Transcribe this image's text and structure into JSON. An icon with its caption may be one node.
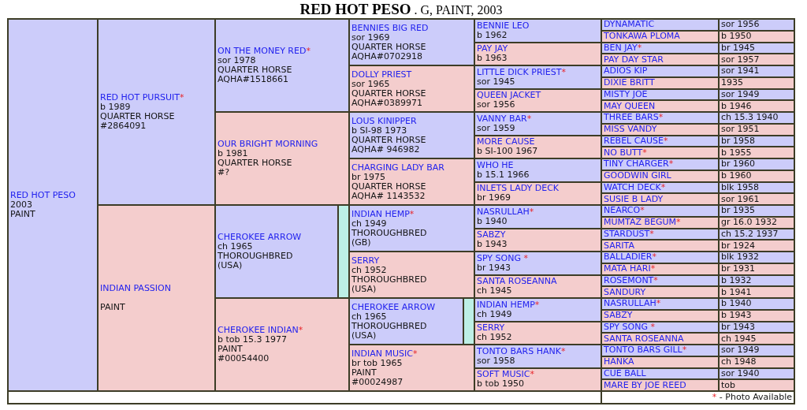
{
  "diagram": {
    "title": "**RED HOT PESO** . G, PAINT, 2003",
    "nodes": [
      {
        "text": [
          "RED HOT PESO",
          "2003",
          "PAINT"
        ]
      },
      {
        "text": [
          "RED HOT PURSUIT*",
          "b 1989",
          "QUARTER HORSE",
          "#2864091"
        ]
      },
      {
        "text": [
          "ON THE MONEY RED*",
          "sor 1978",
          "QUARTER HORSE",
          "AQHA#1518661"
        ]
      },
      {
        "text": [
          "BENNIES BIG RED",
          "sor 1969",
          "QUARTER HORSE",
          "AQHA#0702918"
        ]
      },
      {
        "text": [
          "BENNIE LEO",
          "b 1962"
        ]
      },
      {
        "text": [
          "DYNAMATIC"
        ]
      },
      {
        "text": [
          "sor 1956"
        ]
      },
      {
        "text": [
          "TONKAWA PLOMA"
        ]
      },
      {
        "text": [
          "b 1950"
        ]
      },
      {
        "text": [
          "PAY JAY",
          "b 1963"
        ]
      },
      {
        "text": [
          "BEN JAY*"
        ]
      },
      {
        "text": [
          "br 1945"
        ]
      },
      {
        "text": [
          "PAY DAY STAR"
        ]
      },
      {
        "text": [
          "sor 1957"
        ]
      },
      {
        "text": [
          "DOLLY PRIEST",
          "sor 1965",
          "QUARTER HORSE",
          "AQHA#0389971"
        ]
      },
      {
        "text": [
          "LITTLE DICK PRIEST*",
          "sor 1945"
        ]
      },
      {
        "text": [
          "ADIOS KIP"
        ]
      },
      {
        "text": [
          "sor 1941"
        ]
      },
      {
        "text": [
          "DIXIE BRITT"
        ]
      },
      {
        "text": [
          "1935"
        ]
      },
      {
        "text": [
          "QUEEN JACKET",
          "sor 1956"
        ]
      },
      {
        "text": [
          "MISTY JOE"
        ]
      },
      {
        "text": [
          "sor 1949"
        ]
      },
      {
        "text": [
          "MAY QUEEN"
        ]
      },
      {
        "text": [
          "b 1946"
        ]
      },
      {
        "text": [
          "OUR BRIGHT MORNING",
          "b 1981",
          "QUARTER HORSE",
          "#?"
        ]
      },
      {
        "text": [
          "LOUS KINIPPER",
          "b SI-98 1973",
          "QUARTER HORSE",
          "AQHA# 946982"
        ]
      },
      {
        "text": [
          "VANNY BAR*",
          "sor 1959"
        ]
      },
      {
        "text": [
          "THREE BARS*"
        ]
      },
      {
        "text": [
          "ch 15.3 1940"
        ]
      },
      {
        "text": [
          "MISS VANDY"
        ]
      },
      {
        "text": [
          "sor 1951"
        ]
      },
      {
        "text": [
          "MORE CAUSE",
          "b SI-100 1967"
        ]
      },
      {
        "text": [
          "REBEL CAUSE*"
        ]
      },
      {
        "text": [
          "br 1958"
        ]
      },
      {
        "text": [
          "NO BUTT*"
        ]
      },
      {
        "text": [
          "b 1955"
        ]
      },
      {
        "text": [
          "CHARGING LADY BAR",
          "br 1975",
          "QUARTER HORSE",
          "AQHA# 1143532"
        ]
      },
      {
        "text": [
          "WHO HE",
          "b 15.1 1966"
        ]
      },
      {
        "text": [
          "TINY CHARGER*"
        ]
      },
      {
        "text": [
          "br 1960"
        ]
      },
      {
        "text": [
          "GOODWIN GIRL"
        ]
      },
      {
        "text": [
          "b 1960"
        ]
      },
      {
        "text": [
          "INLETS LADY DECK",
          "br 1969"
        ]
      },
      {
        "text": [
          "WATCH DECK*"
        ]
      },
      {
        "text": [
          "blk 1958"
        ]
      },
      {
        "text": [
          "SUSIE B LADY"
        ]
      },
      {
        "text": [
          "sor 1961"
        ]
      },
      {
        "text": [
          "INDIAN PASSION",
          "PAINT"
        ]
      },
      {
        "text": [
          "CHEROKEE ARROW",
          "ch 1965",
          "THOROUGHBRED",
          "(USA)"
        ]
      },
      {
        "text": [],
        "shape": "bar"
      },
      {
        "text": [
          "INDIAN HEMP*",
          "ch 1949",
          "THOROUGHBRED",
          "(GB)"
        ]
      },
      {
        "text": [
          "NASRULLAH*",
          "b 1940"
        ]
      },
      {
        "text": [
          "NEARCO*"
        ]
      },
      {
        "text": [
          "br 1935"
        ]
      },
      {
        "text": [
          "MUMTAZ BEGUM*"
        ]
      },
      {
        "text": [
          "gr 16.0 1932"
        ]
      },
      {
        "text": [
          "SABZY",
          "b 1943"
        ]
      },
      {
        "text": [
          "STARDUST*"
        ]
      },
      {
        "text": [
          "ch 15.2 1937"
        ]
      },
      {
        "text": [
          "SARITA"
        ]
      },
      {
        "text": [
          "br 1924"
        ]
      },
      {
        "text": [
          "SERRY",
          "ch 1952",
          "THOROUGHBRED",
          "(USA)"
        ]
      },
      {
        "text": [
          "SPY SONG *",
          "br 1943"
        ]
      },
      {
        "text": [
          "BALLADIER*"
        ]
      },
      {
        "text": [
          "blk 1932"
        ]
      },
      {
        "text": [
          "MATA HARI*"
        ]
      },
      {
        "text": [
          "br 1931"
        ]
      },
      {
        "text": [
          "SANTA ROSEANNA",
          "ch 1945"
        ]
      },
      {
        "text": [
          "ROSEMONT*"
        ]
      },
      {
        "text": [
          "b 1932"
        ]
      },
      {
        "text": [
          "SANDURY"
        ]
      },
      {
        "text": [
          "b 1941"
        ]
      },
      {
        "text": [
          "CHEROKEE INDIAN*",
          "b tob 15.3 1977",
          "PAINT",
          "#00054400"
        ]
      },
      {
        "text": [
          "CHEROKEE ARROW",
          "ch 1965",
          "THOROUGHBRED",
          "(USA)"
        ]
      },
      {
        "text": [],
        "shape": "bar"
      },
      {
        "text": [
          "INDIAN HEMP*",
          "ch 1949"
        ]
      },
      {
        "text": [
          "NASRULLAH*"
        ]
      },
      {
        "text": [
          "b 1940"
        ]
      },
      {
        "text": [
          "SABZY"
        ]
      },
      {
        "text": [
          "b 1943"
        ]
      },
      {
        "text": [
          "SERRY",
          "ch 1952"
        ]
      },
      {
        "text": [
          "SPY SONG *"
        ]
      },
      {
        "text": [
          "br 1943"
        ]
      },
      {
        "text": [
          "SANTA ROSEANNA"
        ]
      },
      {
        "text": [
          "ch 1945"
        ]
      },
      {
        "text": [
          "INDIAN MUSIC*",
          "br tob 1965",
          "PAINT",
          "#00024987"
        ]
      },
      {
        "text": [
          "TONTO BARS HANK*",
          "sor 1958"
        ]
      },
      {
        "text": [
          "TONTO BARS GILL*"
        ]
      },
      {
        "text": [
          "sor 1949"
        ]
      },
      {
        "text": [
          "HANKA"
        ]
      },
      {
        "text": [
          "ch 1948"
        ]
      },
      {
        "text": [
          "SOFT MUSIC*",
          "b tob 1950"
        ]
      },
      {
        "text": [
          "CUE BALL"
        ]
      },
      {
        "text": [
          "sor 1940"
        ]
      },
      {
        "text": [
          "MARE BY JOE REED"
        ]
      },
      {
        "text": [
          "tob"
        ]
      }
    ],
    "legend": [
      {
        "text": "* - Photo Available"
      }
    ]
  }
}
